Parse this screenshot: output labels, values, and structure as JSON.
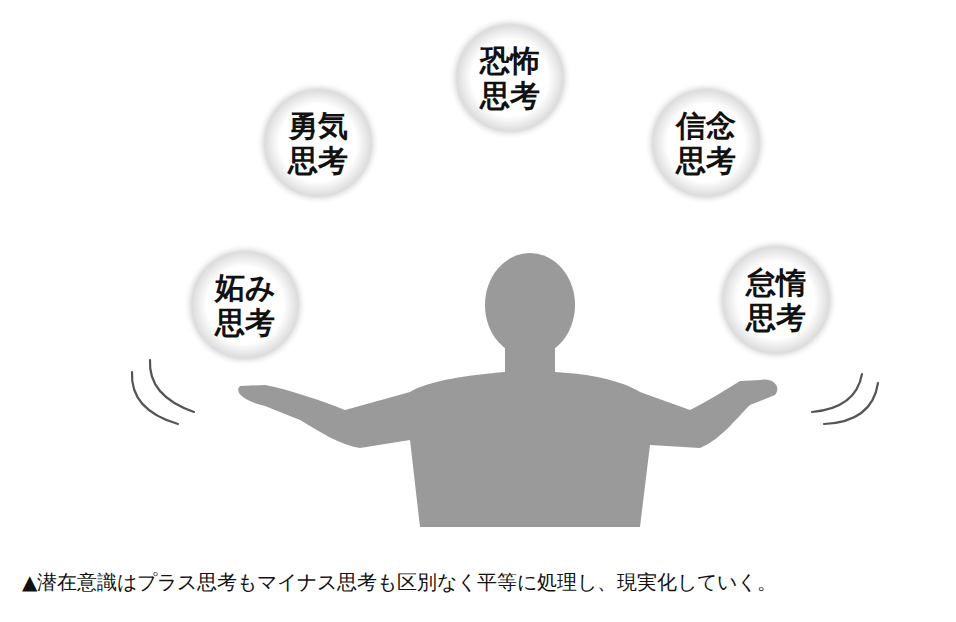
{
  "diagram": {
    "caption": "▲潜在意識はプラス思考もマイナス思考も区別なく平等に処理し、現実化していく。",
    "nodes": [
      {
        "text": [
          "恐怖 思考"
        ]
      },
      {
        "text": [
          "勇気 思考"
        ]
      },
      {
        "text": [
          "信念 思考"
        ]
      },
      {
        "text": [
          "妬み 思考"
        ]
      },
      {
        "text": [
          "怠惰 思考"
        ]
      }
    ]
  }
}
